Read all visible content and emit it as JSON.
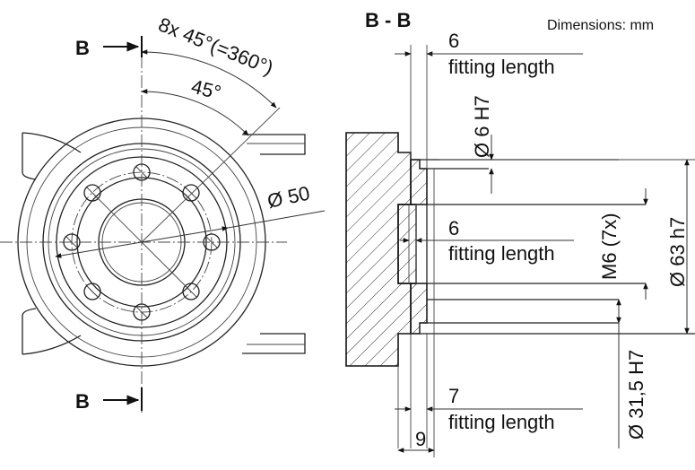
{
  "header": {
    "units_note": "Dimensions: mm",
    "section_title": "B - B"
  },
  "front_view": {
    "section_mark_top": "B",
    "section_mark_bottom": "B",
    "angle_total": "8x 45°(=360°)",
    "angle_step": "45°",
    "diameter": "Ø 50"
  },
  "section_view": {
    "dim_top_value": "6",
    "dim_top_label": "fitting length",
    "dim_mid_value": "6",
    "dim_mid_label": "fitting length",
    "dim_bottom_value": "7",
    "dim_bottom_label": "fitting length",
    "dim_width": "9",
    "pin_hole": "Ø 6 H7",
    "thread": "M6 (7x)",
    "outer_fit": "Ø 63 h7",
    "inner_bore": "Ø 31,5 H7"
  }
}
